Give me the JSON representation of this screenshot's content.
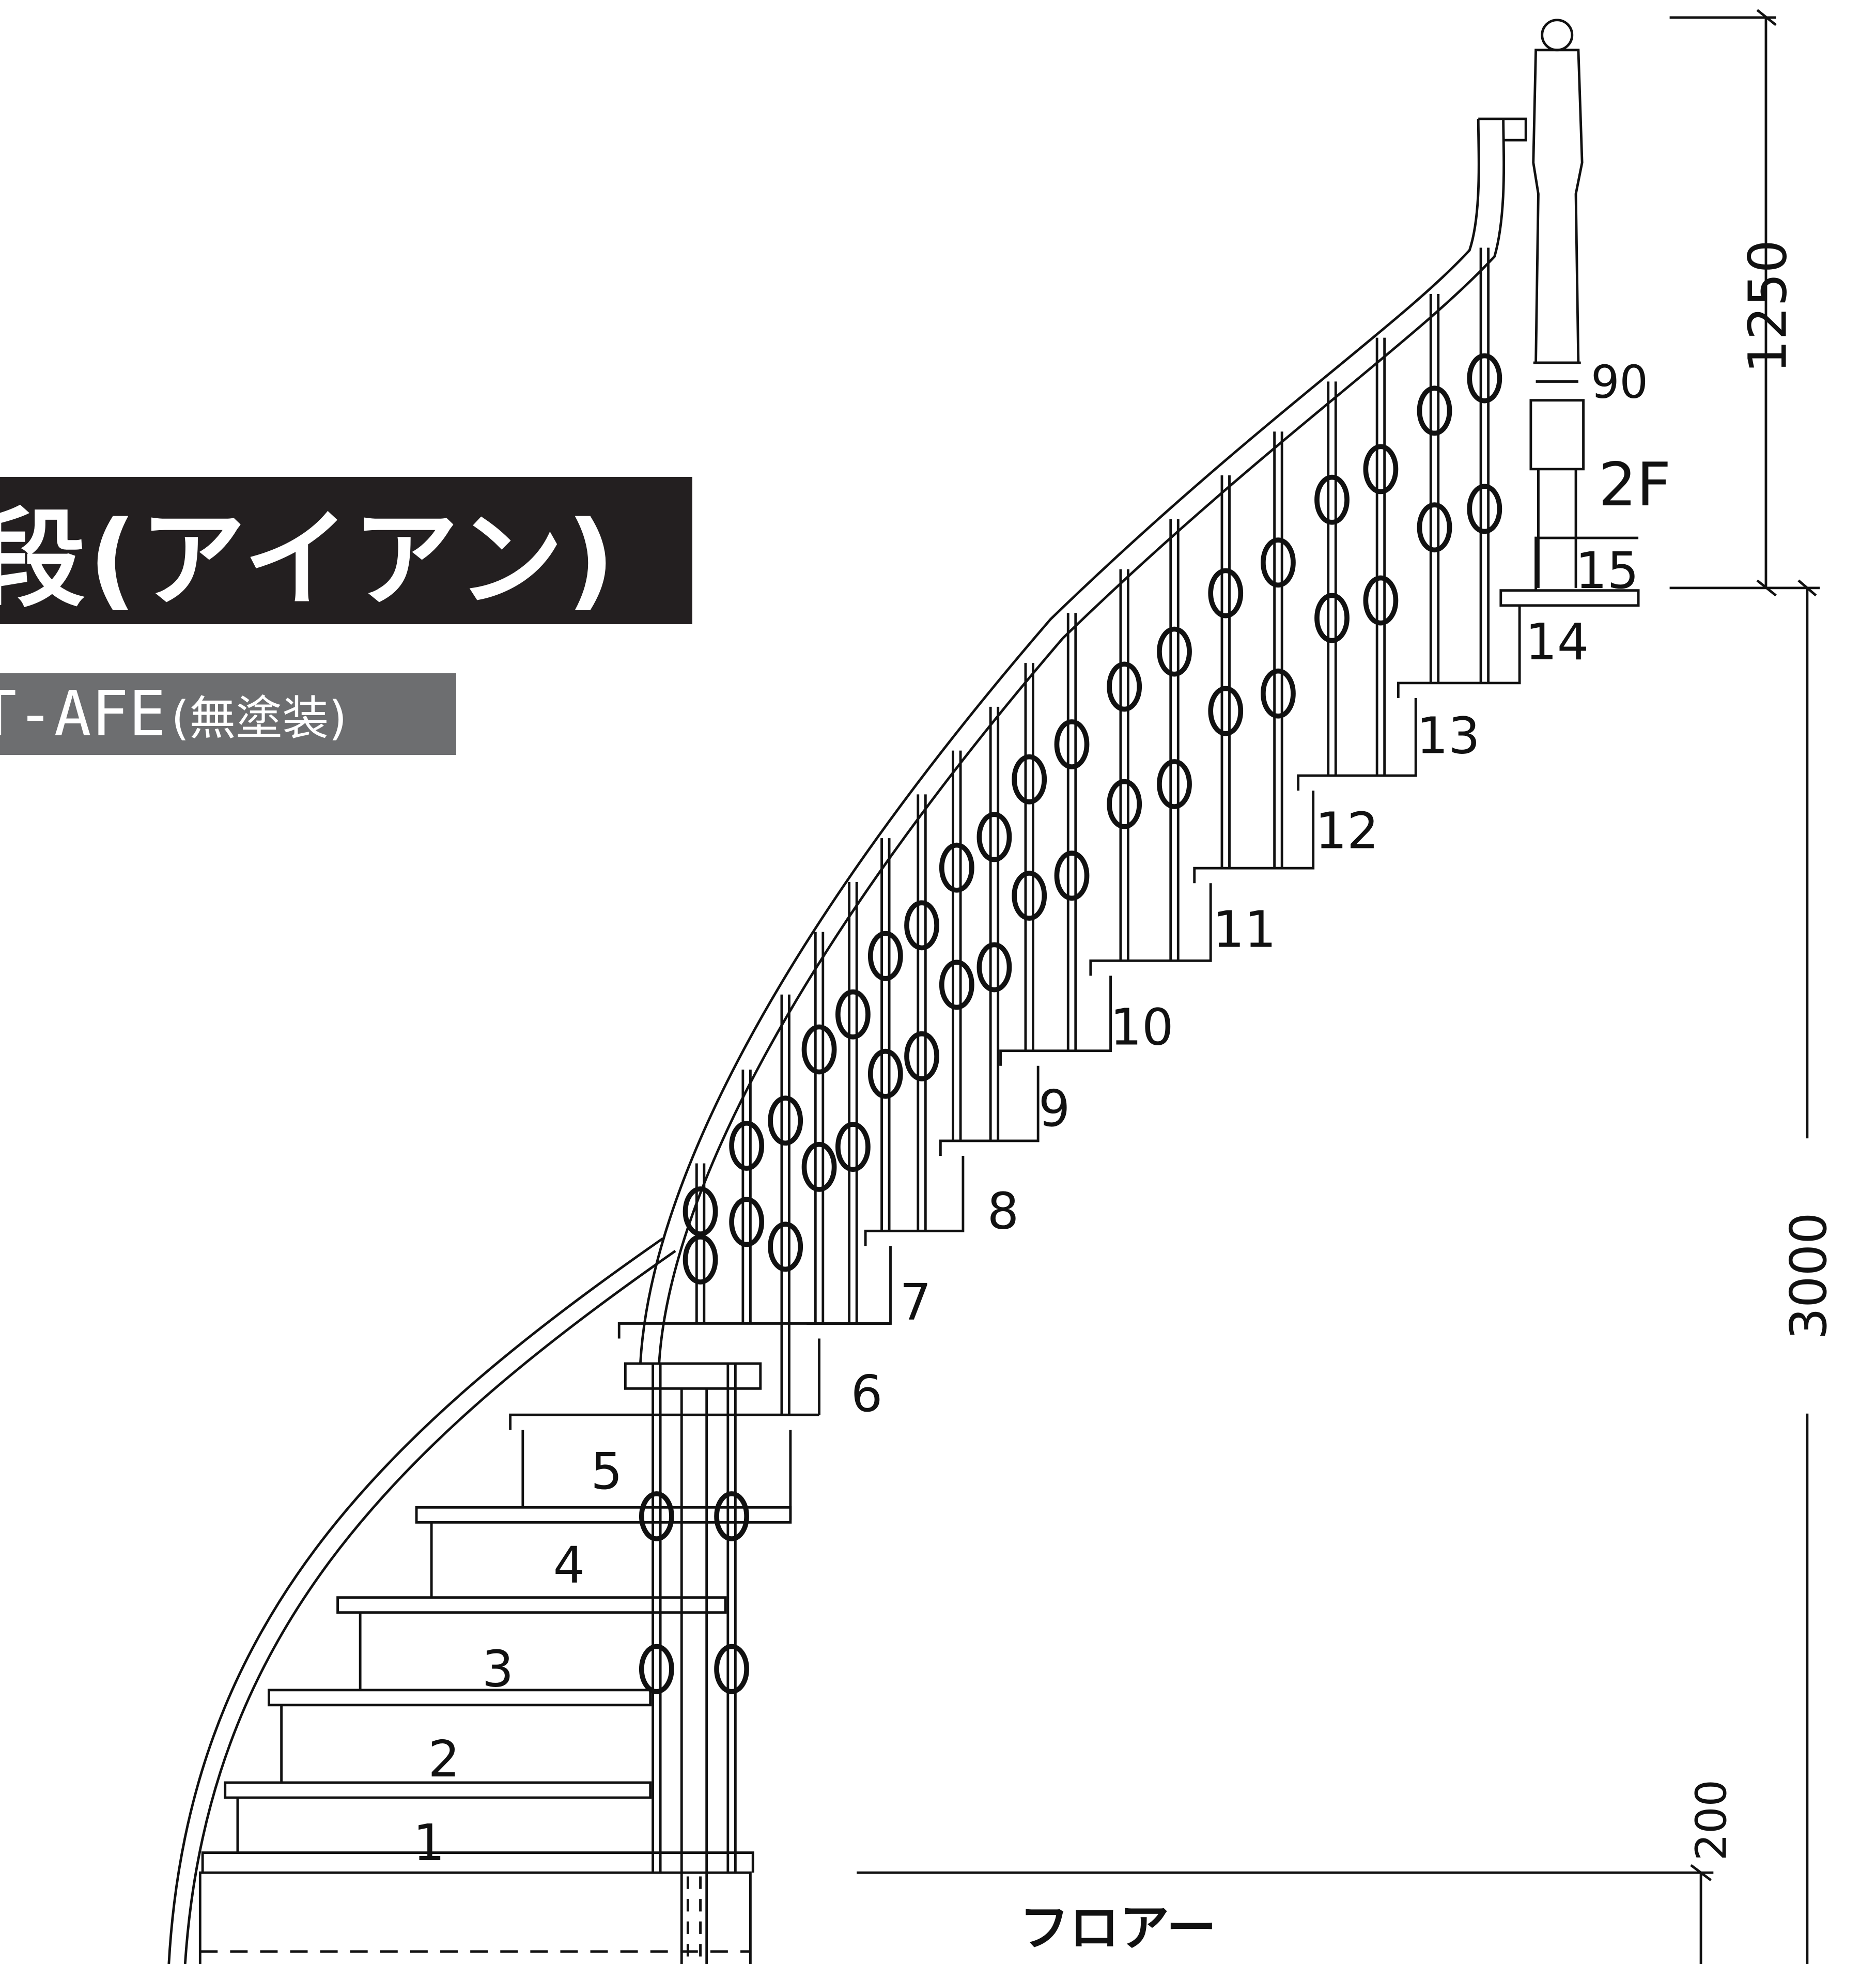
{
  "title": "段(アイアン)",
  "subtitle": {
    "code": "T-AFE",
    "finish": "(無塗装)"
  },
  "steps": [
    "1",
    "2",
    "3",
    "4",
    "5",
    "6",
    "7",
    "8",
    "9",
    "10",
    "11",
    "12",
    "13",
    "14",
    "15"
  ],
  "dimensions": {
    "upper_height": "1250",
    "total_height": "3000",
    "floor_offset": "200",
    "post_diameter": "90"
  },
  "labels": {
    "second_floor": "2F",
    "floor": "フロアー"
  }
}
